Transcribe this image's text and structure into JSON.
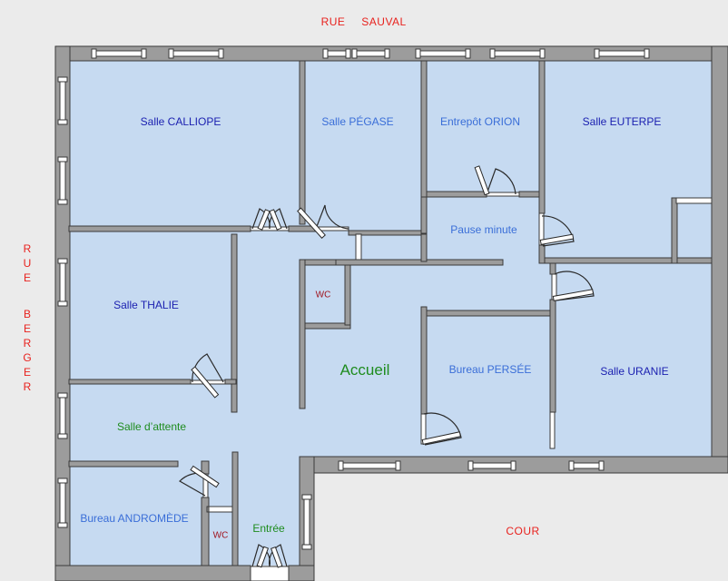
{
  "streets": {
    "rue_top": "RUE",
    "sauval": "SAUVAL",
    "rue_left": "RUE",
    "berger": "BERGER",
    "cour": "COUR"
  },
  "rooms": {
    "calliope": "Salle CALLIOPE",
    "pegase": "Salle PÉGASE",
    "orion": "Entrepôt ORION",
    "euterpe": "Salle EUTERPE",
    "pause": "Pause minute",
    "thalie": "Salle THALIE",
    "wc_main": "WC",
    "accueil": "Accueil",
    "persee": "Bureau PERSÉE",
    "uranie": "Salle URANIE",
    "attente": "Salle d’attente",
    "andromede": "Bureau ANDROMÈDE",
    "wc_small": "WC",
    "entree": "Entrée"
  },
  "colors": {
    "floor": "#c6daf1",
    "wall": "#9c9c9c",
    "wall_outline": "#3a3a3a",
    "outside": "#ebebeb",
    "street_text": "#e8221e",
    "room_label_dark": "#1a1fb0",
    "room_label_light": "#3a6ed8",
    "room_label_green": "#1e8c1e",
    "wc_text": "#a0141e"
  }
}
